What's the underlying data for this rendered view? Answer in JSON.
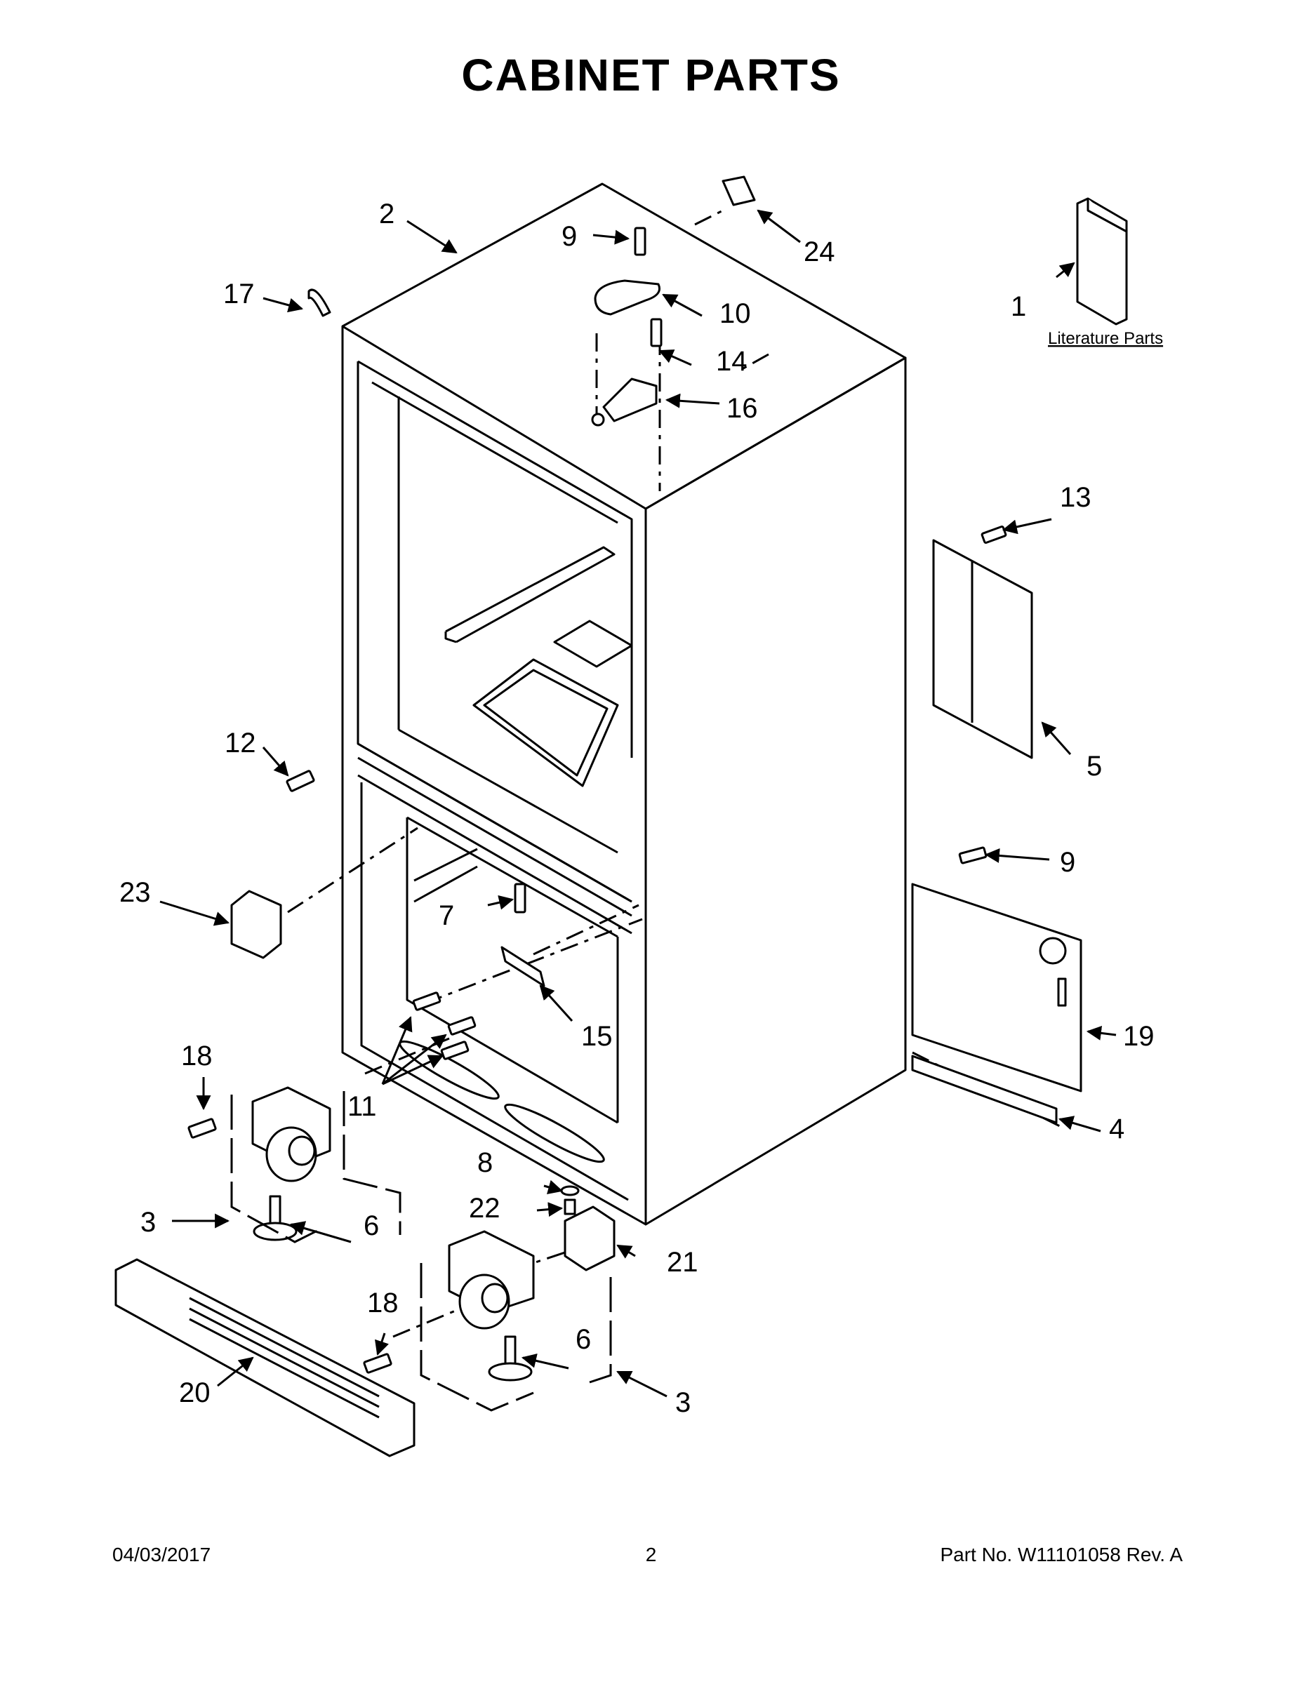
{
  "title": "CABINET PARTS",
  "literature_label": "Literature Parts",
  "callouts": {
    "c1": "1",
    "c2": "2",
    "c3a": "3",
    "c3b": "3",
    "c4": "4",
    "c5": "5",
    "c6a": "6",
    "c6b": "6",
    "c7": "7",
    "c8": "8",
    "c9a": "9",
    "c9b": "9",
    "c10": "10",
    "c11": "11",
    "c12": "12",
    "c13": "13",
    "c14": "14",
    "c15": "15",
    "c16": "16",
    "c17": "17",
    "c18a": "18",
    "c18b": "18",
    "c19": "19",
    "c20": "20",
    "c21": "21",
    "c22": "22",
    "c23": "23",
    "c24": "24"
  },
  "footer": {
    "date": "04/03/2017",
    "page": "2",
    "part_no": "Part No.  W11101058  Rev.  A"
  }
}
